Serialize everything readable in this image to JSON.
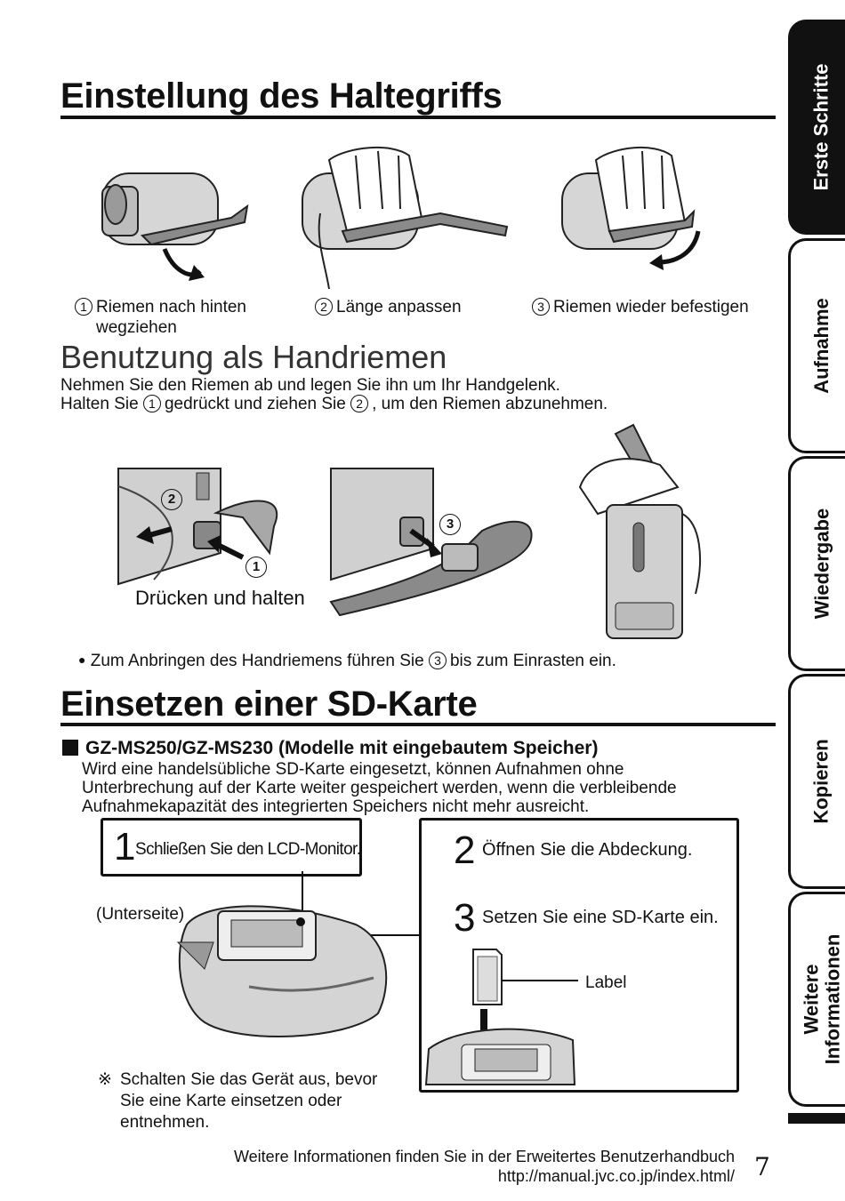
{
  "section1": {
    "title": "Einstellung des Haltegriffs",
    "steps": [
      {
        "num": "1",
        "text": "Riemen nach hinten wegziehen"
      },
      {
        "num": "2",
        "text": "Länge anpassen"
      },
      {
        "num": "3",
        "text": "Riemen wieder befestigen"
      }
    ]
  },
  "subsection": {
    "title": "Benutzung als Handriemen",
    "line1": "Nehmen Sie den Riemen ab und legen Sie ihn um Ihr Handgelenk.",
    "line2_a": "Halten Sie",
    "line2_n1": "1",
    "line2_b": "gedrückt und ziehen Sie",
    "line2_n2": "2",
    "line2_c": ", um den Riemen abzunehmen.",
    "callouts": {
      "c1": "1",
      "c2": "2",
      "c3": "3"
    },
    "press_label": "Drücken und halten",
    "bullet_a": "Zum Anbringen des Handriemens führen Sie",
    "bullet_n": "3",
    "bullet_b": "bis zum Einrasten ein."
  },
  "section2": {
    "title": "Einsetzen einer SD-Karte",
    "model_heading": "GZ-MS250/GZ-MS230 (Modelle mit eingebautem Speicher)",
    "intro": [
      "Wird eine handelsübliche SD-Karte eingesetzt, können Aufnahmen ohne",
      "Unterbrechung auf der Karte weiter gespeichert werden, wenn die verbleibende",
      "Aufnahmekapazität des integrierten Speichers nicht mehr ausreicht."
    ],
    "step1": {
      "num": "1",
      "text": "Schließen Sie den LCD-Monitor."
    },
    "step2": {
      "num": "2",
      "text": "Öffnen Sie die Abdeckung."
    },
    "step3": {
      "num": "3",
      "text": "Setzen Sie eine SD-Karte ein."
    },
    "underside": "(Unterseite)",
    "label": "Label",
    "note_mark": "※",
    "note": [
      "Schalten Sie das Gerät aus, bevor",
      "Sie eine Karte einsetzen oder",
      "entnehmen."
    ]
  },
  "footer": {
    "line1": "Weitere Informationen finden Sie in der Erweitertes Benutzerhandbuch",
    "line2": "http://manual.jvc.co.jp/index.html/",
    "page": "7"
  },
  "tabs": [
    {
      "label": "Erste Schritte",
      "active": true
    },
    {
      "label": "Aufnahme",
      "active": false
    },
    {
      "label": "Wiedergabe",
      "active": false
    },
    {
      "label": "Kopieren",
      "active": false
    },
    {
      "label": "Weitere Informationen",
      "active": false
    }
  ]
}
